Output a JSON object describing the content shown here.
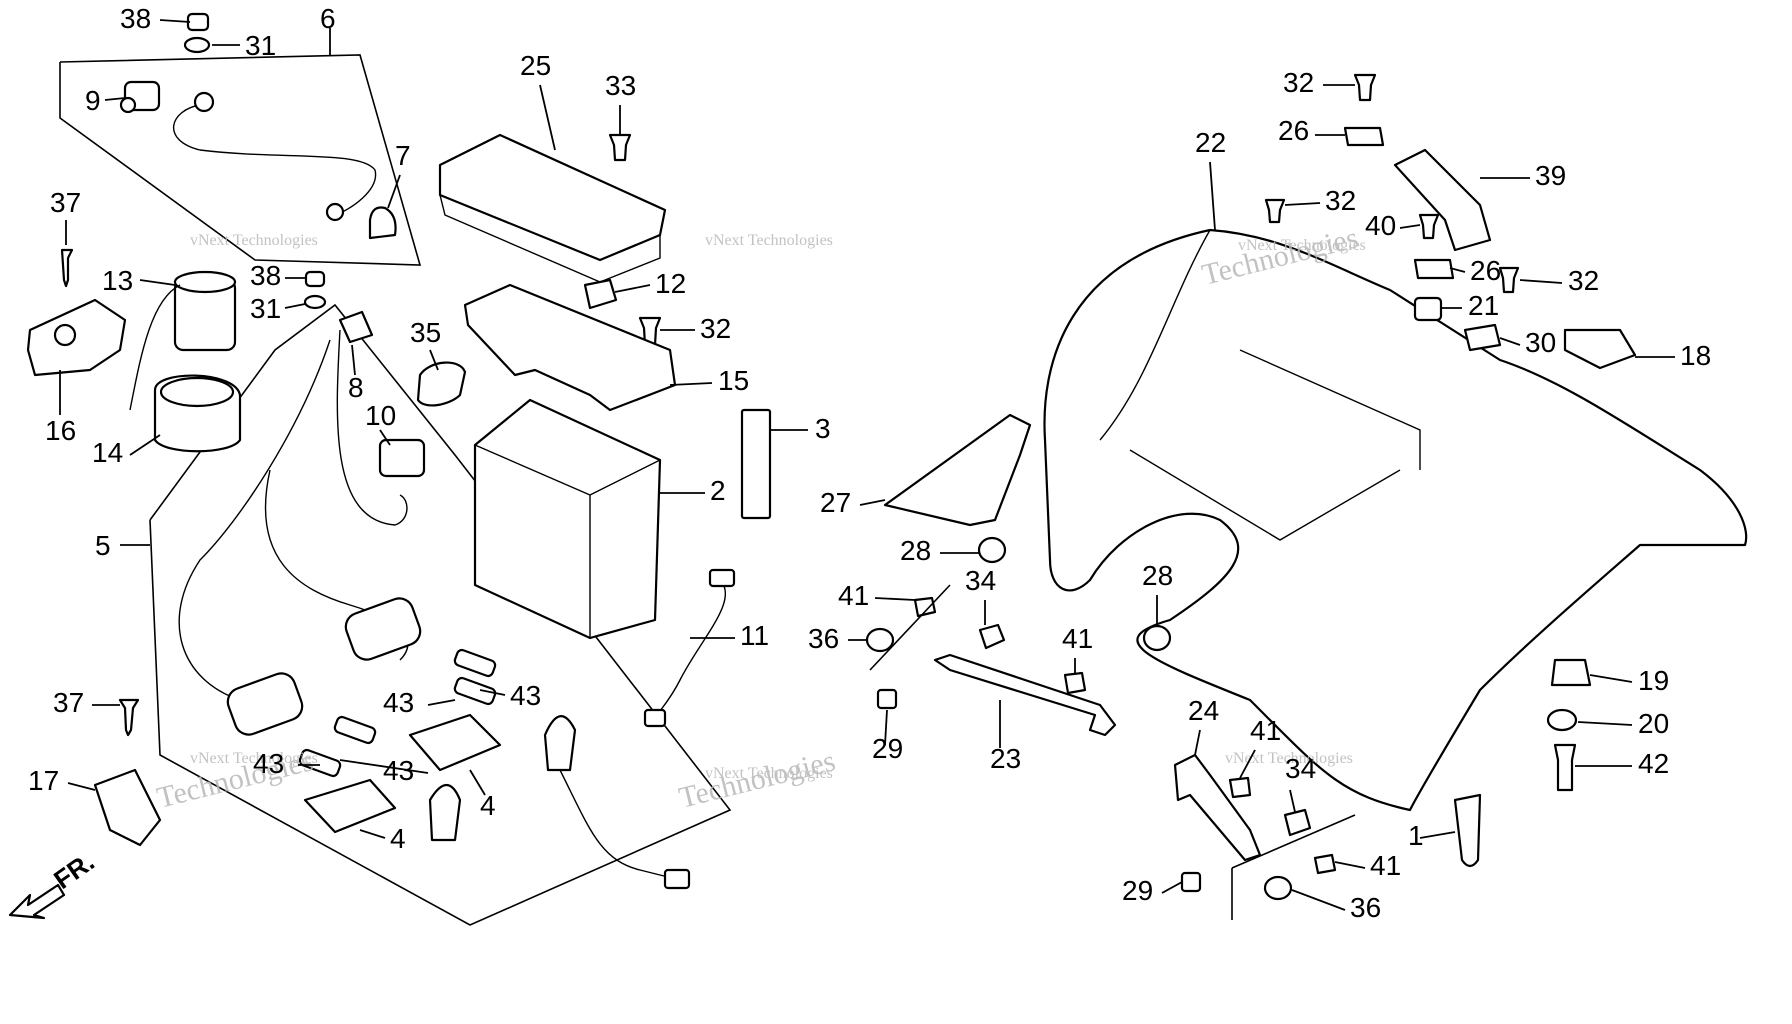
{
  "watermark": {
    "line1": "vNext Technologies",
    "line2": "Technologies"
  },
  "direction_label": "FR.",
  "callouts": [
    {
      "id": "38",
      "label": "38"
    },
    {
      "id": "31",
      "label": "31"
    },
    {
      "id": "6",
      "label": "6"
    },
    {
      "id": "9",
      "label": "9"
    },
    {
      "id": "7",
      "label": "7"
    },
    {
      "id": "37",
      "label": "37"
    },
    {
      "id": "13",
      "label": "13"
    },
    {
      "id": "38b",
      "label": "38"
    },
    {
      "id": "31b",
      "label": "31"
    },
    {
      "id": "16",
      "label": "16"
    },
    {
      "id": "14",
      "label": "14"
    },
    {
      "id": "8",
      "label": "8"
    },
    {
      "id": "35",
      "label": "35"
    },
    {
      "id": "10",
      "label": "10"
    },
    {
      "id": "5",
      "label": "5"
    },
    {
      "id": "25",
      "label": "25"
    },
    {
      "id": "33",
      "label": "33"
    },
    {
      "id": "12",
      "label": "12"
    },
    {
      "id": "32",
      "label": "32"
    },
    {
      "id": "15",
      "label": "15"
    },
    {
      "id": "3",
      "label": "3"
    },
    {
      "id": "2",
      "label": "2"
    },
    {
      "id": "11",
      "label": "11"
    },
    {
      "id": "43a",
      "label": "43"
    },
    {
      "id": "43b",
      "label": "43"
    },
    {
      "id": "43c",
      "label": "43"
    },
    {
      "id": "43d",
      "label": "43"
    },
    {
      "id": "4a",
      "label": "4"
    },
    {
      "id": "4b",
      "label": "4"
    },
    {
      "id": "37b",
      "label": "37"
    },
    {
      "id": "17",
      "label": "17"
    },
    {
      "id": "27",
      "label": "27"
    },
    {
      "id": "28",
      "label": "28"
    },
    {
      "id": "41",
      "label": "41"
    },
    {
      "id": "34",
      "label": "34"
    },
    {
      "id": "36",
      "label": "36"
    },
    {
      "id": "29",
      "label": "29"
    },
    {
      "id": "23",
      "label": "23"
    },
    {
      "id": "41b",
      "label": "41"
    },
    {
      "id": "22",
      "label": "22"
    },
    {
      "id": "32b",
      "label": "32"
    },
    {
      "id": "26",
      "label": "26"
    },
    {
      "id": "39",
      "label": "39"
    },
    {
      "id": "32c",
      "label": "32"
    },
    {
      "id": "40",
      "label": "40"
    },
    {
      "id": "26b",
      "label": "26"
    },
    {
      "id": "32d",
      "label": "32"
    },
    {
      "id": "21",
      "label": "21"
    },
    {
      "id": "30",
      "label": "30"
    },
    {
      "id": "18",
      "label": "18"
    },
    {
      "id": "28b",
      "label": "28"
    },
    {
      "id": "19",
      "label": "19"
    },
    {
      "id": "20",
      "label": "20"
    },
    {
      "id": "42",
      "label": "42"
    },
    {
      "id": "24",
      "label": "24"
    },
    {
      "id": "41c",
      "label": "41"
    },
    {
      "id": "34b",
      "label": "34"
    },
    {
      "id": "1",
      "label": "1"
    },
    {
      "id": "41d",
      "label": "41"
    },
    {
      "id": "29b",
      "label": "29"
    },
    {
      "id": "36b",
      "label": "36"
    }
  ]
}
